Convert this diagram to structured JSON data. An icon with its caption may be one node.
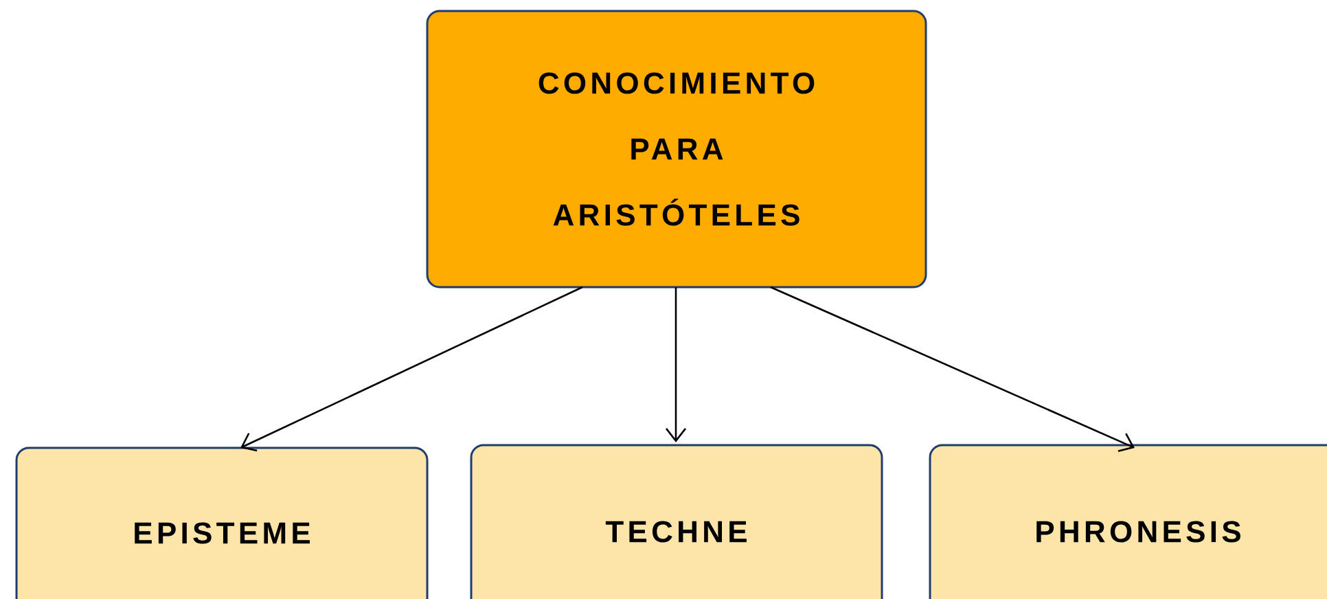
{
  "diagram": {
    "nodes": [
      {
        "text": [
          "CONOCIMIENTO PARA ARISTÓTELES"
        ]
      },
      {
        "text": [
          "EPISTEME"
        ]
      },
      {
        "text": [
          "TECHNE"
        ]
      },
      {
        "text": [
          "PHRONESIS"
        ]
      }
    ],
    "edges": [
      {
        "from": 0,
        "to": 1,
        "arrow": "to"
      },
      {
        "from": 0,
        "to": 2,
        "arrow": "to"
      },
      {
        "from": 0,
        "to": 3,
        "arrow": "to"
      }
    ]
  }
}
